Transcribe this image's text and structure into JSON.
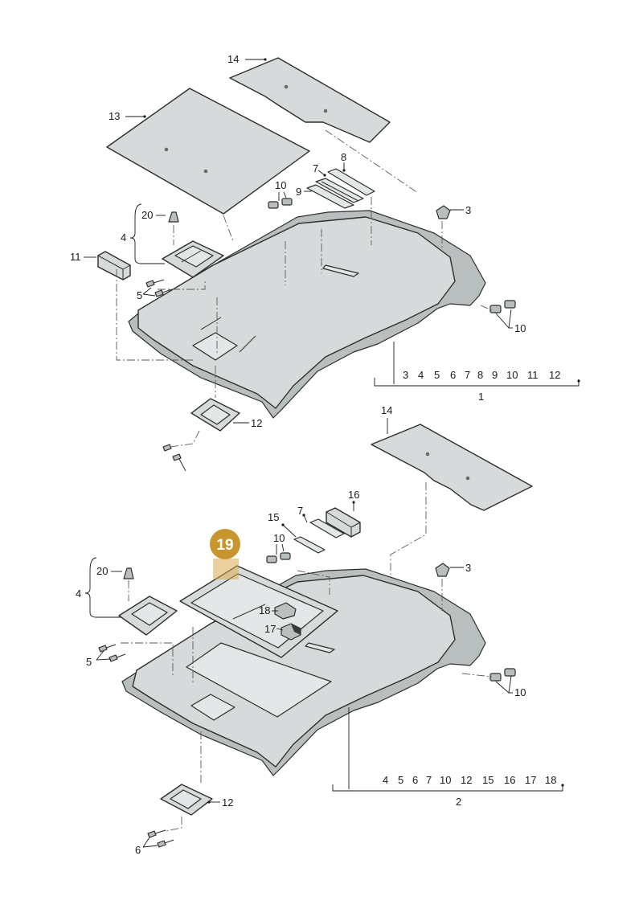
{
  "labels": {
    "l14a": "14",
    "l13": "13",
    "l8": "8",
    "l7a": "7",
    "l10a": "10",
    "l9": "9",
    "l3a": "3",
    "l20a": "20",
    "l4a": "4",
    "l11": "11",
    "l5": "5",
    "l10b": "10",
    "l12a": "12",
    "l1": "1",
    "l14b": "14",
    "l16": "16",
    "l15": "15",
    "l7b": "7",
    "l10c": "10",
    "l3b": "3",
    "l20b": "20",
    "l4b": "4",
    "l18": "18",
    "l17": "17",
    "l10d": "10",
    "l12b": "12",
    "l2": "2",
    "l6": "6"
  },
  "callout": {
    "number": "19",
    "color": "#c8962e"
  },
  "group1": {
    "numbers": [
      "3",
      "4",
      "5",
      "6",
      "7",
      "8",
      "9",
      "10",
      "11",
      "12"
    ]
  },
  "group2": {
    "numbers": [
      "4",
      "5",
      "6",
      "7",
      "10",
      "12",
      "15",
      "16",
      "17",
      "18"
    ]
  }
}
